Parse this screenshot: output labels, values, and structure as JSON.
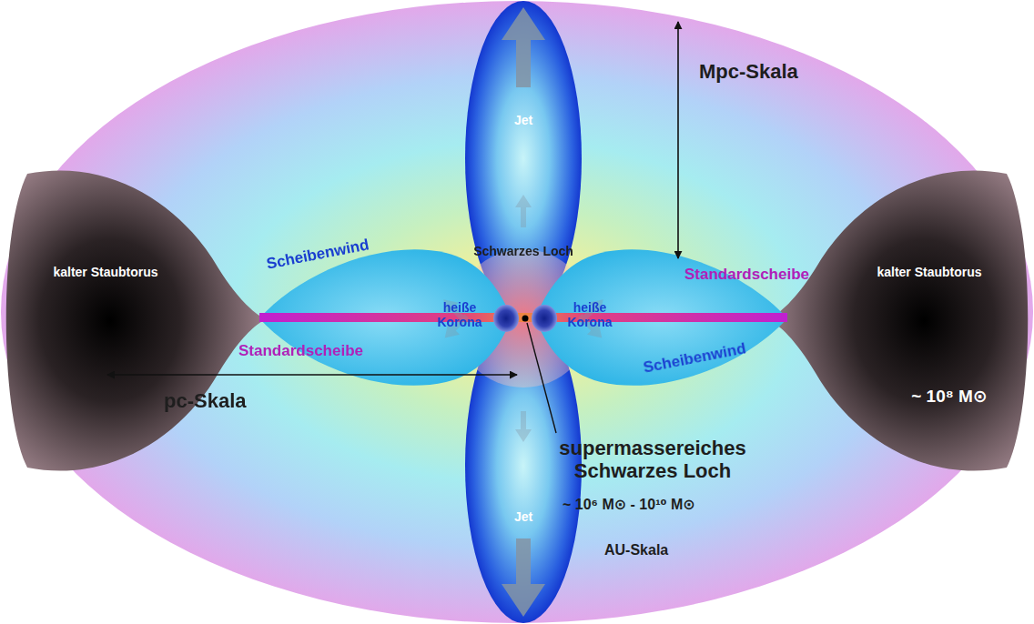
{
  "diagram": {
    "nodes": [
      {
        "text": [
          "Jet"
        ]
      },
      {
        "text": [
          "kalter Staubtorus"
        ]
      },
      {
        "text": [
          "kalter Staubtorus",
          "~ 10⁸ M⊙"
        ]
      },
      {
        "text": [
          "Jet"
        ]
      }
    ],
    "labels": [
      "Mpc-Skala",
      "Scheibenwind",
      "Schwarzes Loch",
      "Standardscheibe",
      "heiße Korona",
      "heiße Korona",
      "Standardscheibe",
      "Scheibenwind",
      "pc-Skala",
      "supermassereiches Schwarzes Loch",
      "~ 10⁶ M⊙ - 10¹⁰ M⊙",
      "AU-Skala"
    ]
  }
}
